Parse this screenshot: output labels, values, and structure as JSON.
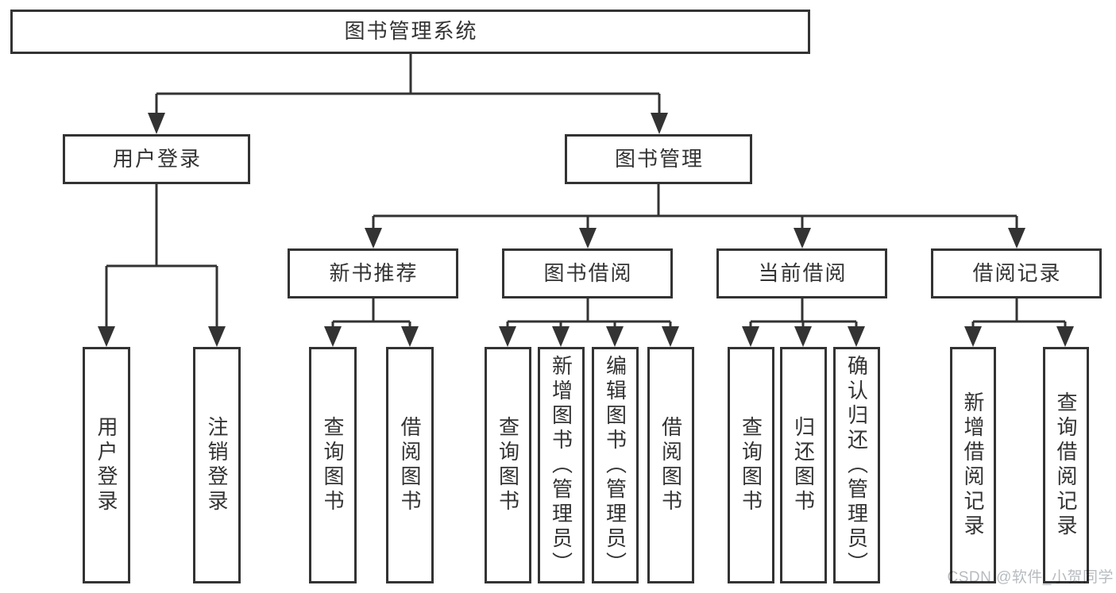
{
  "diagram": {
    "root": {
      "label": "图书管理系统"
    },
    "branches": [
      {
        "label": "用户登录",
        "children": [
          {
            "label": "用户登录"
          },
          {
            "label": "注销登录"
          }
        ]
      },
      {
        "label": "图书管理",
        "children": [
          {
            "label": "新书推荐",
            "children": [
              {
                "label": "查询图书"
              },
              {
                "label": "借阅图书"
              }
            ]
          },
          {
            "label": "图书借阅",
            "children": [
              {
                "label": "查询图书"
              },
              {
                "label": "新增图书（管理员）"
              },
              {
                "label": "编辑图书（管理员）"
              },
              {
                "label": "借阅图书"
              }
            ]
          },
          {
            "label": "当前借阅",
            "children": [
              {
                "label": "查询图书"
              },
              {
                "label": "归还图书"
              },
              {
                "label": "确认归还（管理员）"
              }
            ]
          },
          {
            "label": "借阅记录",
            "children": [
              {
                "label": "新增借阅记录"
              },
              {
                "label": "查询借阅记录"
              }
            ]
          }
        ]
      }
    ]
  },
  "watermark": {
    "text": "CSDN @软件_小贺同学"
  },
  "colors": {
    "line": "#333333",
    "text": "#333333",
    "background": "#ffffff",
    "watermark": "#b7bbc0"
  }
}
